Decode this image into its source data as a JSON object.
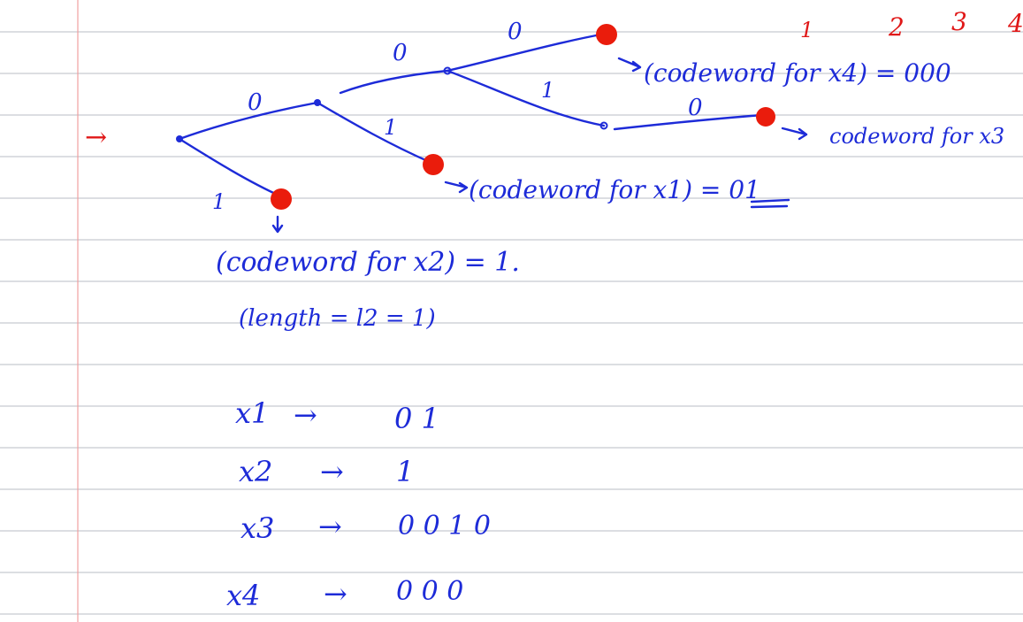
{
  "colors": {
    "rule_line": "#b9bcc4",
    "margin_line": "#f0a0a0",
    "ink_blue": "#1d2bd8",
    "ink_red": "#e01818",
    "leaf_fill": "#ea1c0c"
  },
  "top_right_numbers": [
    "1",
    "2",
    "3",
    "4"
  ],
  "tree": {
    "edge_labels": {
      "root_up": "0",
      "root_down": "1",
      "n1_up": "0",
      "n1_down": "1",
      "n2_up": "0",
      "n2_down": "1",
      "n3_right": "0"
    },
    "annotations": {
      "x4": "(codeword for x4) = 000",
      "x3": "codeword for x3",
      "x1": "(codeword for x1) = 01",
      "x2": "(codeword for x2) = 1.",
      "x2_length": "(length = l2 = 1)"
    }
  },
  "code_table": [
    {
      "symbol": "x1",
      "arrow": "→",
      "code": "0 1"
    },
    {
      "symbol": "x2",
      "arrow": "→",
      "code": "1"
    },
    {
      "symbol": "x3",
      "arrow": "→",
      "code": "0 0 1 0"
    },
    {
      "symbol": "x4",
      "arrow": "→",
      "code": "0 0 0"
    }
  ],
  "margin_arrow": "→"
}
